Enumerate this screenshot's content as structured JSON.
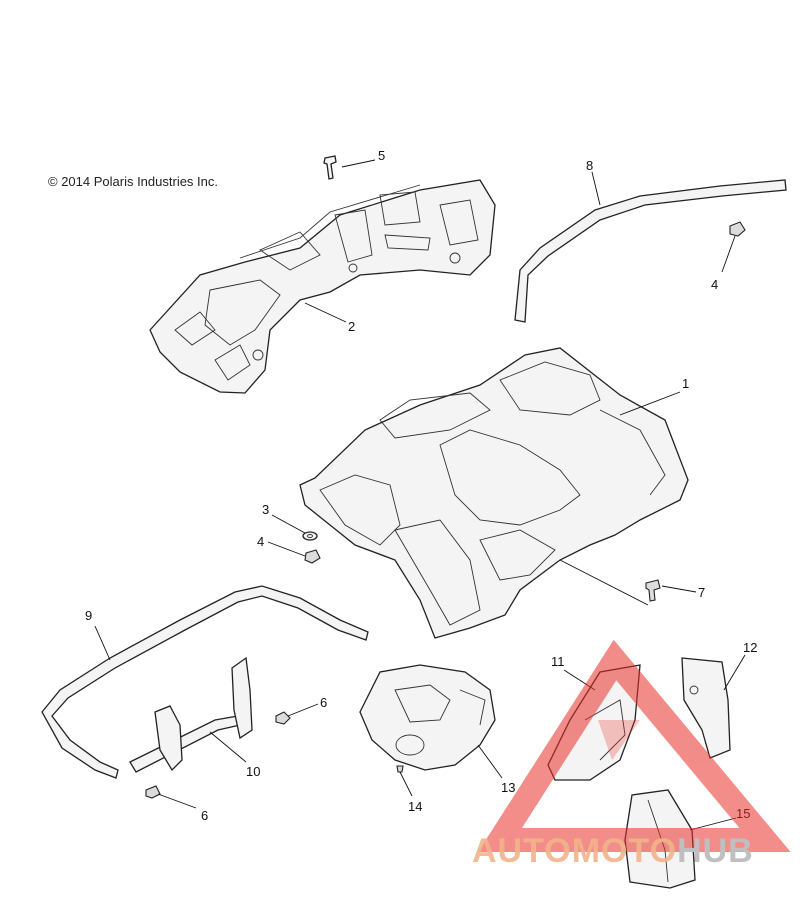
{
  "copyright": "© 2014 Polaris Industries Inc.",
  "callouts": [
    "1",
    "2",
    "3",
    "4",
    "4",
    "5",
    "6",
    "6",
    "7",
    "8",
    "9",
    "10",
    "11",
    "12",
    "13",
    "14",
    "15"
  ],
  "watermark": {
    "part_a": "AUTOMOTO",
    "part_b": "HUB",
    "accent_color": "#e8302a"
  }
}
